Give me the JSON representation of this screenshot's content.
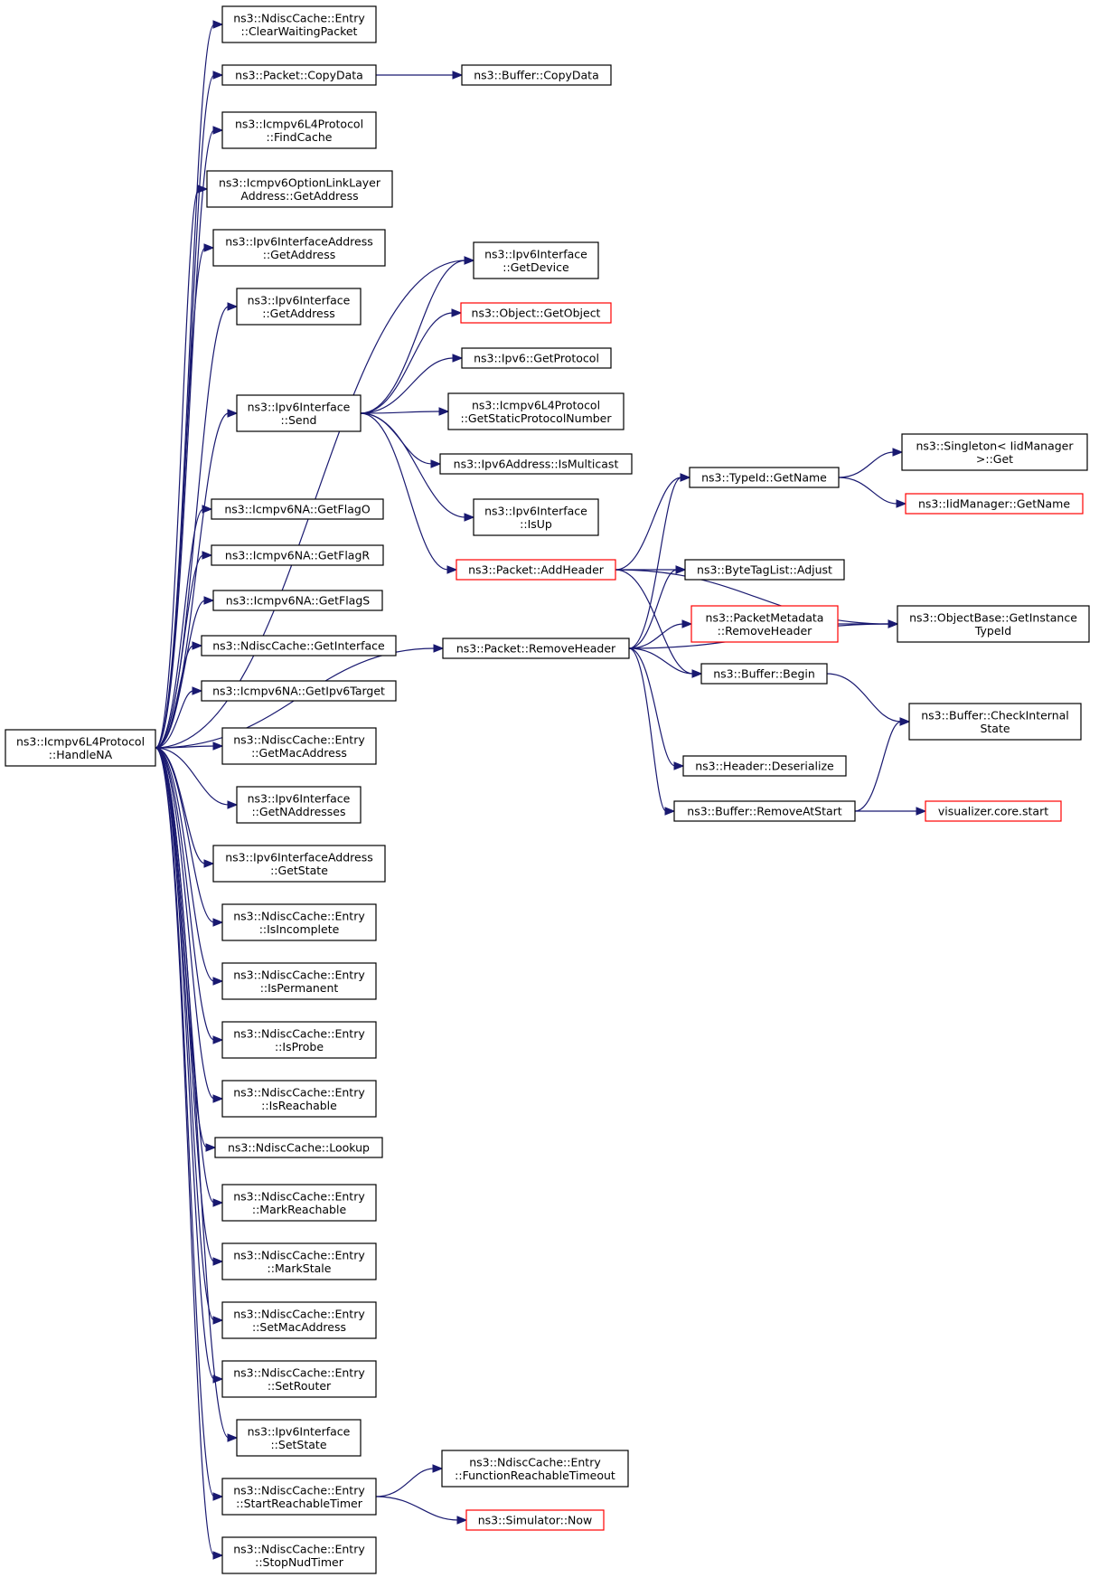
{
  "colors": {
    "edge": "#191970",
    "node_border": "#000000",
    "node_border_truncated": "#ff0000",
    "root_fill": "#bfbfbf",
    "node_fill": "#ffffff"
  },
  "nodes": [
    {
      "id": "HandleNA",
      "lines": [
        "ns3::Icmpv6L4Protocol",
        "::HandleNA"
      ],
      "root": true
    },
    {
      "id": "ClearWaitingPacket",
      "lines": [
        "ns3::NdiscCache::Entry",
        "::ClearWaitingPacket"
      ]
    },
    {
      "id": "PacketCopyData",
      "lines": [
        "ns3::Packet::CopyData"
      ]
    },
    {
      "id": "BufferCopyData",
      "lines": [
        "ns3::Buffer::CopyData"
      ]
    },
    {
      "id": "FindCache",
      "lines": [
        "ns3::Icmpv6L4Protocol",
        "::FindCache"
      ]
    },
    {
      "id": "OptGetAddress",
      "lines": [
        "ns3::Icmpv6OptionLinkLayer",
        "Address::GetAddress"
      ]
    },
    {
      "id": "IfAddrGetAddress",
      "lines": [
        "ns3::Ipv6InterfaceAddress",
        "::GetAddress"
      ]
    },
    {
      "id": "IfGetAddress",
      "lines": [
        "ns3::Ipv6Interface",
        "::GetAddress"
      ]
    },
    {
      "id": "IfSend",
      "lines": [
        "ns3::Ipv6Interface",
        "::Send"
      ]
    },
    {
      "id": "GetDevice",
      "lines": [
        "ns3::Ipv6Interface",
        "::GetDevice"
      ]
    },
    {
      "id": "GetObject",
      "lines": [
        "ns3::Object::GetObject"
      ],
      "truncated": true
    },
    {
      "id": "GetProtocol",
      "lines": [
        "ns3::Ipv6::GetProtocol"
      ]
    },
    {
      "id": "GetStaticProtocolNumber",
      "lines": [
        "ns3::Icmpv6L4Protocol",
        "::GetStaticProtocolNumber"
      ]
    },
    {
      "id": "IsMulticast",
      "lines": [
        "ns3::Ipv6Address::IsMulticast"
      ]
    },
    {
      "id": "IsUp",
      "lines": [
        "ns3::Ipv6Interface",
        "::IsUp"
      ]
    },
    {
      "id": "AddHeader",
      "lines": [
        "ns3::Packet::AddHeader"
      ],
      "truncated": true
    },
    {
      "id": "RemoveHeader",
      "lines": [
        "ns3::Packet::RemoveHeader"
      ]
    },
    {
      "id": "TypeIdGetName",
      "lines": [
        "ns3::TypeId::GetName"
      ]
    },
    {
      "id": "SingletonGet",
      "lines": [
        "ns3::Singleton< IidManager",
        ">::Get"
      ]
    },
    {
      "id": "IidGetName",
      "lines": [
        "ns3::IidManager::GetName"
      ],
      "truncated": true
    },
    {
      "id": "BTLAdjust",
      "lines": [
        "ns3::ByteTagList::Adjust"
      ]
    },
    {
      "id": "PMRemoveHeader",
      "lines": [
        "ns3::PacketMetadata",
        "::RemoveHeader"
      ],
      "truncated": true
    },
    {
      "id": "GetInstanceTypeId",
      "lines": [
        "ns3::ObjectBase::GetInstance",
        "TypeId"
      ]
    },
    {
      "id": "BufferBegin",
      "lines": [
        "ns3::Buffer::Begin"
      ]
    },
    {
      "id": "CheckInternalState",
      "lines": [
        "ns3::Buffer::CheckInternal",
        "State"
      ]
    },
    {
      "id": "Deserialize",
      "lines": [
        "ns3::Header::Deserialize"
      ]
    },
    {
      "id": "RemoveAtStart",
      "lines": [
        "ns3::Buffer::RemoveAtStart"
      ]
    },
    {
      "id": "VisStart",
      "lines": [
        "visualizer.core.start"
      ],
      "truncated": true
    },
    {
      "id": "GetFlagO",
      "lines": [
        "ns3::Icmpv6NA::GetFlagO"
      ]
    },
    {
      "id": "GetFlagR",
      "lines": [
        "ns3::Icmpv6NA::GetFlagR"
      ]
    },
    {
      "id": "GetFlagS",
      "lines": [
        "ns3::Icmpv6NA::GetFlagS"
      ]
    },
    {
      "id": "GetInterface",
      "lines": [
        "ns3::NdiscCache::GetInterface"
      ]
    },
    {
      "id": "GetIpv6Target",
      "lines": [
        "ns3::Icmpv6NA::GetIpv6Target"
      ]
    },
    {
      "id": "GetMacAddress",
      "lines": [
        "ns3::NdiscCache::Entry",
        "::GetMacAddress"
      ]
    },
    {
      "id": "GetNAddresses",
      "lines": [
        "ns3::Ipv6Interface",
        "::GetNAddresses"
      ]
    },
    {
      "id": "GetState",
      "lines": [
        "ns3::Ipv6InterfaceAddress",
        "::GetState"
      ]
    },
    {
      "id": "IsIncomplete",
      "lines": [
        "ns3::NdiscCache::Entry",
        "::IsIncomplete"
      ]
    },
    {
      "id": "IsPermanent",
      "lines": [
        "ns3::NdiscCache::Entry",
        "::IsPermanent"
      ]
    },
    {
      "id": "IsProbe",
      "lines": [
        "ns3::NdiscCache::Entry",
        "::IsProbe"
      ]
    },
    {
      "id": "IsReachable",
      "lines": [
        "ns3::NdiscCache::Entry",
        "::IsReachable"
      ]
    },
    {
      "id": "Lookup",
      "lines": [
        "ns3::NdiscCache::Lookup"
      ]
    },
    {
      "id": "MarkReachable",
      "lines": [
        "ns3::NdiscCache::Entry",
        "::MarkReachable"
      ]
    },
    {
      "id": "MarkStale",
      "lines": [
        "ns3::NdiscCache::Entry",
        "::MarkStale"
      ]
    },
    {
      "id": "SetMacAddress",
      "lines": [
        "ns3::NdiscCache::Entry",
        "::SetMacAddress"
      ]
    },
    {
      "id": "SetRouter",
      "lines": [
        "ns3::NdiscCache::Entry",
        "::SetRouter"
      ]
    },
    {
      "id": "SetState",
      "lines": [
        "ns3::Ipv6Interface",
        "::SetState"
      ]
    },
    {
      "id": "StartReachableTimer",
      "lines": [
        "ns3::NdiscCache::Entry",
        "::StartReachableTimer"
      ]
    },
    {
      "id": "FunctionReachableTimeout",
      "lines": [
        "ns3::NdiscCache::Entry",
        "::FunctionReachableTimeout"
      ]
    },
    {
      "id": "SimNow",
      "lines": [
        "ns3::Simulator::Now"
      ],
      "truncated": true
    },
    {
      "id": "StopNudTimer",
      "lines": [
        "ns3::NdiscCache::Entry",
        "::StopNudTimer"
      ]
    }
  ],
  "edges": [
    [
      "HandleNA",
      "ClearWaitingPacket"
    ],
    [
      "HandleNA",
      "PacketCopyData"
    ],
    [
      "HandleNA",
      "FindCache"
    ],
    [
      "HandleNA",
      "OptGetAddress"
    ],
    [
      "HandleNA",
      "IfAddrGetAddress"
    ],
    [
      "HandleNA",
      "IfGetAddress"
    ],
    [
      "HandleNA",
      "GetDevice"
    ],
    [
      "HandleNA",
      "IfSend"
    ],
    [
      "HandleNA",
      "RemoveHeader"
    ],
    [
      "HandleNA",
      "GetFlagO"
    ],
    [
      "HandleNA",
      "GetFlagR"
    ],
    [
      "HandleNA",
      "GetFlagS"
    ],
    [
      "HandleNA",
      "GetInterface"
    ],
    [
      "HandleNA",
      "GetIpv6Target"
    ],
    [
      "HandleNA",
      "GetMacAddress"
    ],
    [
      "HandleNA",
      "GetNAddresses"
    ],
    [
      "HandleNA",
      "GetState"
    ],
    [
      "HandleNA",
      "IsIncomplete"
    ],
    [
      "HandleNA",
      "IsPermanent"
    ],
    [
      "HandleNA",
      "IsProbe"
    ],
    [
      "HandleNA",
      "IsReachable"
    ],
    [
      "HandleNA",
      "Lookup"
    ],
    [
      "HandleNA",
      "MarkReachable"
    ],
    [
      "HandleNA",
      "MarkStale"
    ],
    [
      "HandleNA",
      "SetMacAddress"
    ],
    [
      "HandleNA",
      "SetRouter"
    ],
    [
      "HandleNA",
      "SetState"
    ],
    [
      "HandleNA",
      "StartReachableTimer"
    ],
    [
      "HandleNA",
      "StopNudTimer"
    ],
    [
      "PacketCopyData",
      "BufferCopyData"
    ],
    [
      "IfSend",
      "GetDevice"
    ],
    [
      "IfSend",
      "GetObject"
    ],
    [
      "IfSend",
      "GetProtocol"
    ],
    [
      "IfSend",
      "GetStaticProtocolNumber"
    ],
    [
      "IfSend",
      "IsMulticast"
    ],
    [
      "IfSend",
      "IsUp"
    ],
    [
      "IfSend",
      "AddHeader"
    ],
    [
      "AddHeader",
      "TypeIdGetName"
    ],
    [
      "AddHeader",
      "BTLAdjust"
    ],
    [
      "AddHeader",
      "GetInstanceTypeId"
    ],
    [
      "AddHeader",
      "BufferBegin"
    ],
    [
      "RemoveHeader",
      "TypeIdGetName"
    ],
    [
      "RemoveHeader",
      "BTLAdjust"
    ],
    [
      "RemoveHeader",
      "PMRemoveHeader"
    ],
    [
      "RemoveHeader",
      "BufferBegin"
    ],
    [
      "RemoveHeader",
      "GetInstanceTypeId"
    ],
    [
      "RemoveHeader",
      "Deserialize"
    ],
    [
      "RemoveHeader",
      "RemoveAtStart"
    ],
    [
      "TypeIdGetName",
      "SingletonGet"
    ],
    [
      "TypeIdGetName",
      "IidGetName"
    ],
    [
      "PMRemoveHeader",
      "GetInstanceTypeId"
    ],
    [
      "BufferBegin",
      "CheckInternalState"
    ],
    [
      "RemoveAtStart",
      "CheckInternalState"
    ],
    [
      "RemoveAtStart",
      "VisStart"
    ],
    [
      "StartReachableTimer",
      "FunctionReachableTimeout"
    ],
    [
      "StartReachableTimer",
      "SimNow"
    ]
  ]
}
